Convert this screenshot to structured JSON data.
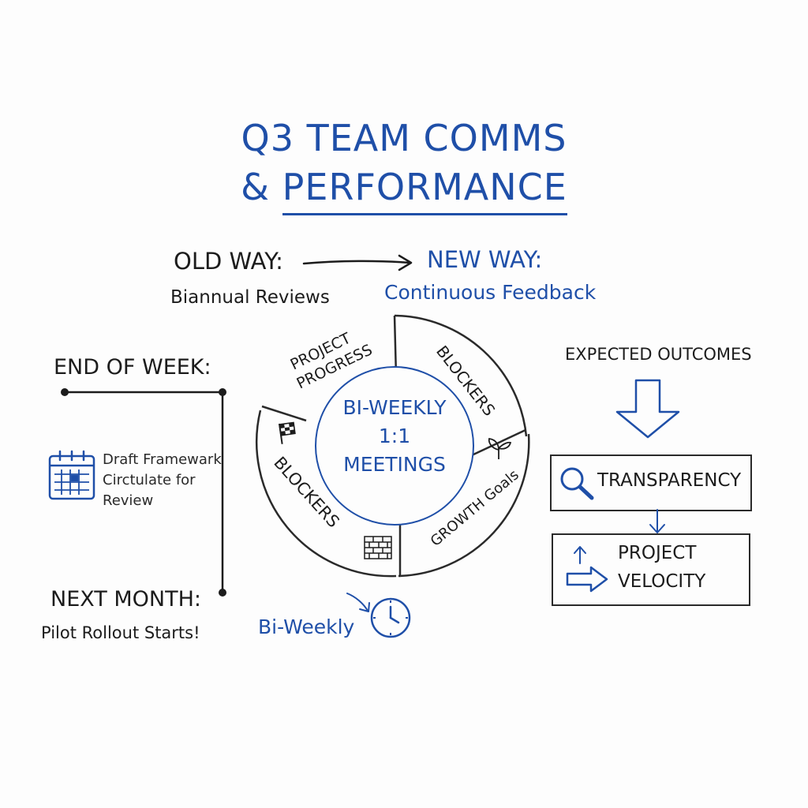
{
  "title": {
    "line1": "Q3 TEAM COMMS",
    "line2_prefix": "& ",
    "line2_emph": "PERFORMANCE"
  },
  "transition": {
    "old_heading": "OLD WAY:",
    "old_sub": "Biannual Reviews",
    "new_heading": "NEW WAY:",
    "new_sub": "Continuous Feedback"
  },
  "timeline": {
    "start_label": "END OF WEEK:",
    "tasks": [
      "Draft Framewark",
      "Circtulate for",
      "Review"
    ],
    "end_label": "NEXT MONTH:",
    "end_sub": "Pilot Rollout Starts!"
  },
  "wheel": {
    "center": [
      "BI-WEEKLY",
      "1:1",
      "MEETINGS"
    ],
    "segments": {
      "project_progress": [
        "PROJECT",
        "PROGRESS"
      ],
      "blockers_top": "BLOCKERS",
      "growth_goals": "GROWTH Goals",
      "blockers_bottom": "BLOCKERS"
    },
    "cadence_label": "Bi-Weekly"
  },
  "outcomes": {
    "heading": "EXPECTED OUTCOMES",
    "box1": "TRANSPARENCY",
    "box2": [
      "PROJECT",
      "VELOCITY"
    ]
  },
  "colors": {
    "ink": "#1c1c1c",
    "accent_blue": "#1f4fa8"
  }
}
